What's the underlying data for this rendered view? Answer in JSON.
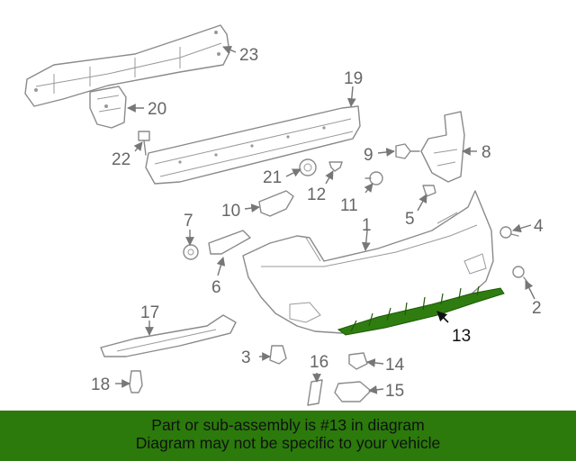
{
  "callouts": {
    "c1": "1",
    "c2": "2",
    "c3": "3",
    "c4": "4",
    "c5": "5",
    "c6": "6",
    "c7": "7",
    "c8": "8",
    "c9": "9",
    "c10": "10",
    "c11": "11",
    "c12": "12",
    "c13": "13",
    "c14": "14",
    "c15": "15",
    "c16": "16",
    "c17": "17",
    "c18": "18",
    "c19": "19",
    "c20": "20",
    "c21": "21",
    "c22": "22",
    "c23": "23"
  },
  "highlight_color": "#2b7a0b",
  "banner": {
    "line1": "Part or sub-assembly is #13 in diagram",
    "line2": "Diagram may not be specific to your vehicle"
  }
}
